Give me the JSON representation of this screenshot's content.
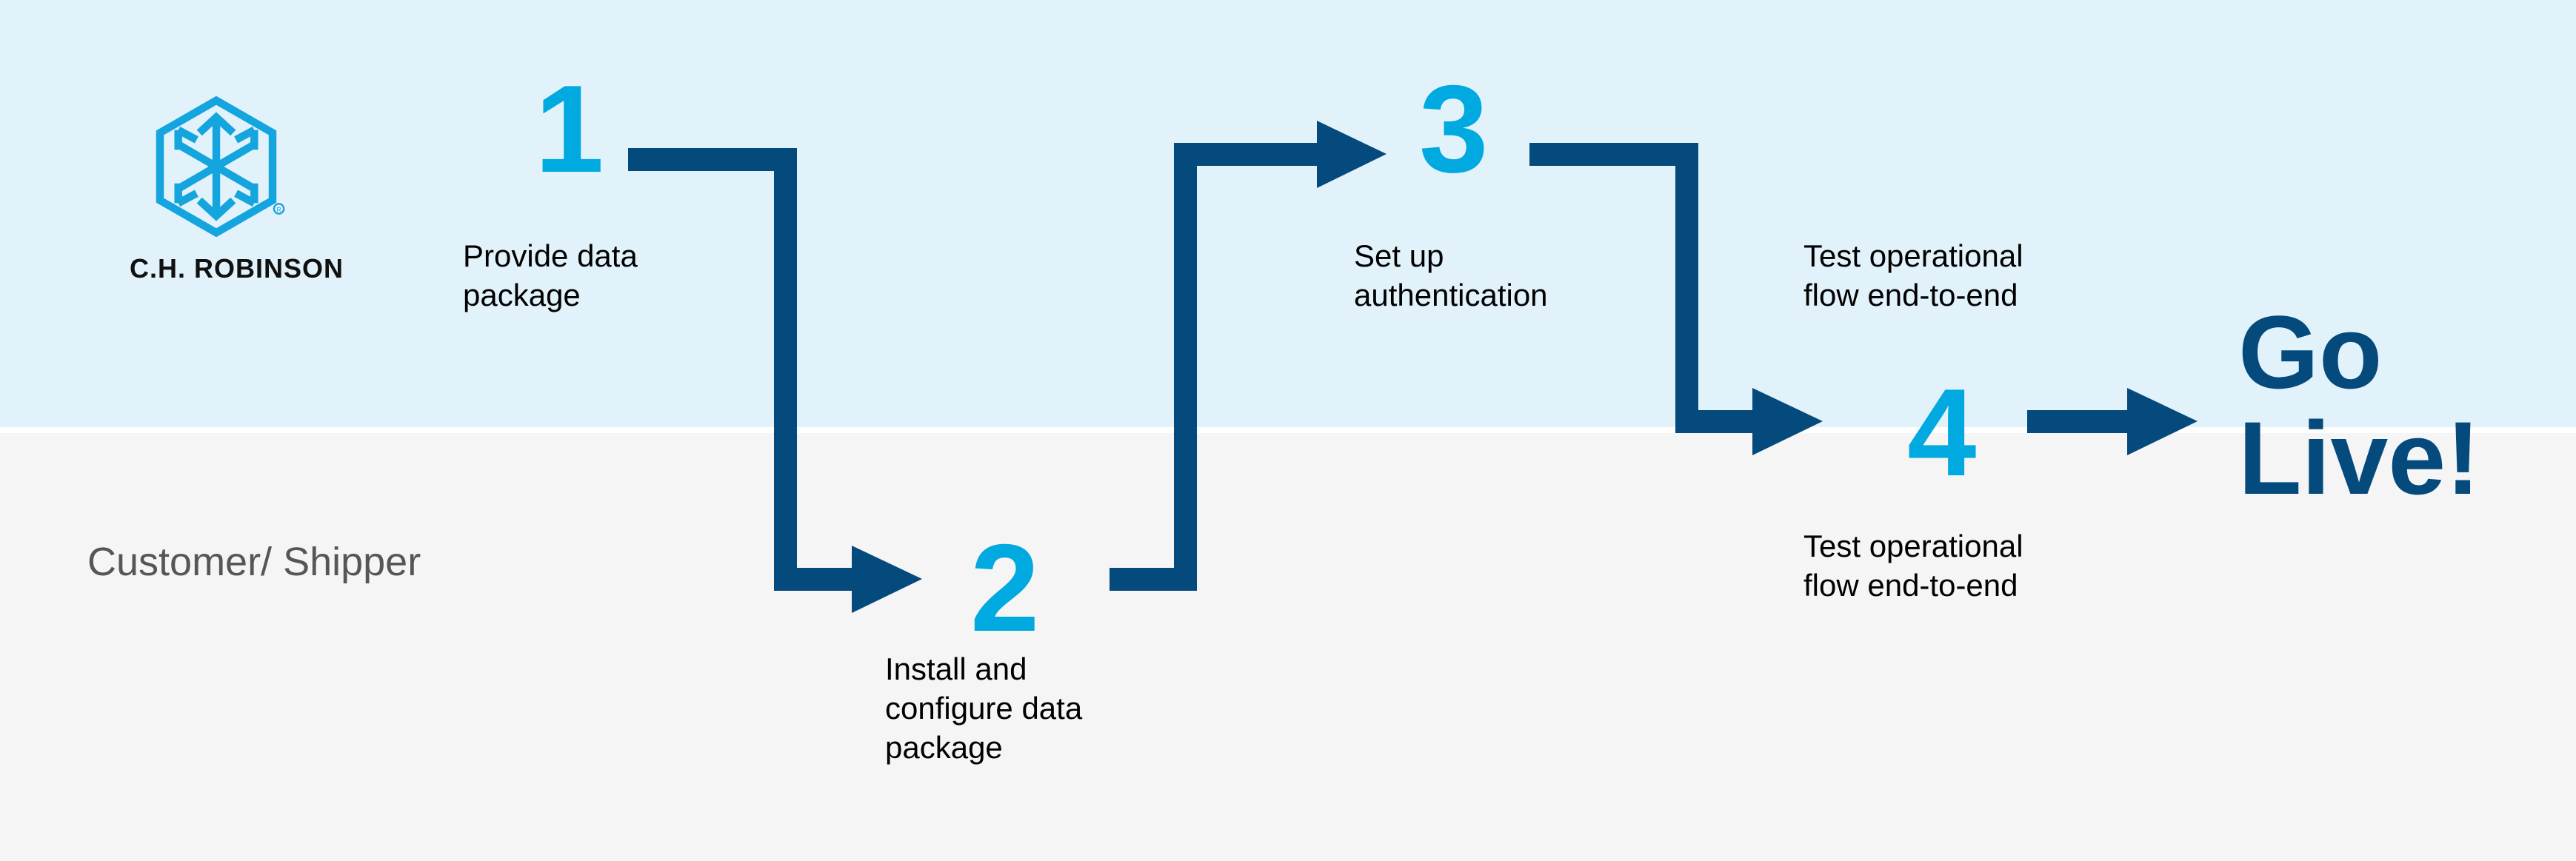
{
  "brand": {
    "name": "C.H. ROBINSON",
    "logo_icon": "ch-robinson-hexagon-arrows-logo",
    "navy": "#054a7c",
    "cyan": "#00a9e0",
    "band_top_color": "#e2f2fb",
    "band_bottom_color": "#f5f5f5"
  },
  "lanes": {
    "top_label": "",
    "bottom_label": "Customer/\nShipper"
  },
  "steps": [
    {
      "number": "1",
      "caption": "Provide data\npackage"
    },
    {
      "number": "2",
      "caption": "Install and\nconfigure data\npackage"
    },
    {
      "number": "3",
      "caption": "Set up\nauthentication"
    },
    {
      "number": "4",
      "caption": "Test operational\nflow end-to-end"
    }
  ],
  "extra_captions": {
    "test_flow_top": "Test operational\nflow end-to-end"
  },
  "outcome": {
    "label": "Go\nLive!"
  }
}
